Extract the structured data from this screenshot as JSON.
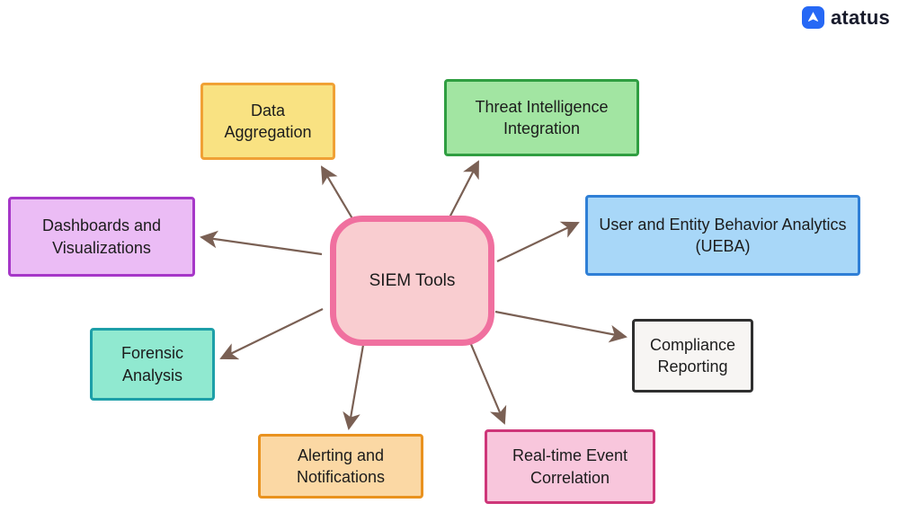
{
  "brand": {
    "name": "atatus",
    "icon": "atatus-arrow-icon",
    "icon_color": "#2668F5",
    "icon_glyph_color": "#FFFFFF",
    "text_color": "#171A2B"
  },
  "diagram": {
    "title": "SIEM Tools mind map",
    "arrow_color": "#7A6054",
    "text_color": "#1C1C1C",
    "center": {
      "label": "SIEM Tools",
      "fill": "#F9CDD0",
      "border": "#F0709F"
    },
    "nodes": [
      {
        "id": "data-aggregation",
        "label": "Data Aggregation",
        "fill": "#F9E282",
        "border": "#F0A135"
      },
      {
        "id": "threat-intelligence-integration",
        "label": "Threat Intelligence Integration",
        "fill": "#A2E5A2",
        "border": "#2F9E41"
      },
      {
        "id": "ueba",
        "label": "User and Entity Behavior Analytics (UEBA)",
        "fill": "#A8D7F8",
        "border": "#2F7FD6"
      },
      {
        "id": "compliance-reporting",
        "label": "Compliance Reporting",
        "fill": "#F7F5F3",
        "border": "#2F2F2F"
      },
      {
        "id": "real-time-event-correlation",
        "label": "Real-time Event Correlation",
        "fill": "#F8C6DC",
        "border": "#CE3679"
      },
      {
        "id": "alerting-and-notifications",
        "label": "Alerting and Notifications",
        "fill": "#FBD8A4",
        "border": "#E9921F"
      },
      {
        "id": "forensic-analysis",
        "label": "Forensic Analysis",
        "fill": "#90E9D0",
        "border": "#1D9FA8"
      },
      {
        "id": "dashboards-and-visualizations",
        "label": "Dashboards and Visualizations",
        "fill": "#EBBCF5",
        "border": "#A637C8"
      }
    ]
  }
}
